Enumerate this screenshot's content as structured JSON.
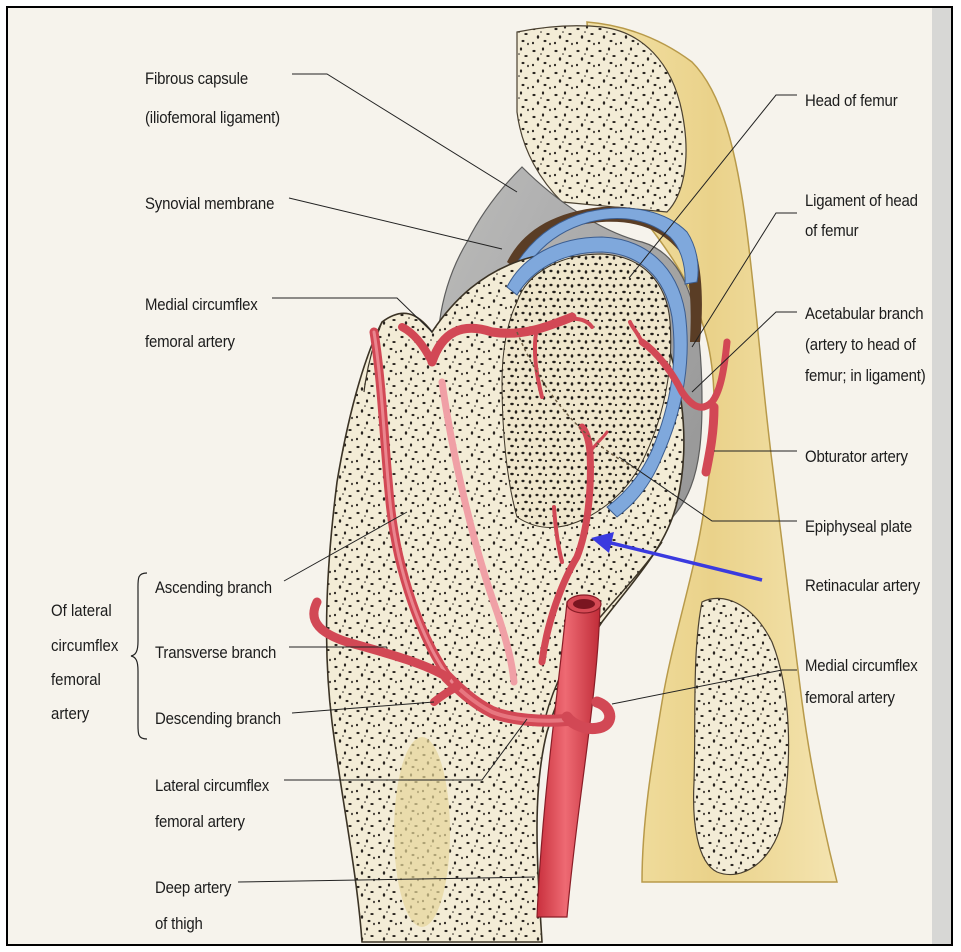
{
  "diagram": {
    "labels_left": {
      "fibrous_capsule": "Fibrous capsule",
      "fibrous_capsule_sub": "(iliofemoral ligament)",
      "synovial_membrane": "Synovial membrane",
      "medial_circumflex_top": "Medial circumflex",
      "medial_circumflex_top_sub": "femoral artery",
      "group_title_1": "Of lateral",
      "group_title_2": "circumflex",
      "group_title_3": "femoral",
      "group_title_4": "artery",
      "ascending_branch": "Ascending branch",
      "transverse_branch": "Transverse branch",
      "descending_branch": "Descending branch",
      "lateral_circumflex": "Lateral circumflex",
      "lateral_circumflex_sub": "femoral artery",
      "deep_artery": "Deep artery",
      "deep_artery_sub": "of thigh"
    },
    "labels_right": {
      "head_of_femur": "Head of femur",
      "ligament_head": "Ligament of head",
      "ligament_head_sub": "of femur",
      "acetabular_1": "Acetabular branch",
      "acetabular_2": "(artery to head of",
      "acetabular_3": "femur; in ligament)",
      "obturator": "Obturator artery",
      "epiphyseal": "Epiphyseal plate",
      "retinacular": "Retinacular artery",
      "medial_circumflex_bottom": "Medial circumflex",
      "medial_circumflex_bottom_sub": "femoral artery"
    },
    "colors": {
      "artery": "#e0505c",
      "artery_dark": "#b8323e",
      "bone": "#f2ead2",
      "pelvis": "#ecd89a",
      "cartilage": "#7fa8dc",
      "capsule": "#8f8f8f",
      "pointer_arrow": "#3a3adf"
    }
  }
}
